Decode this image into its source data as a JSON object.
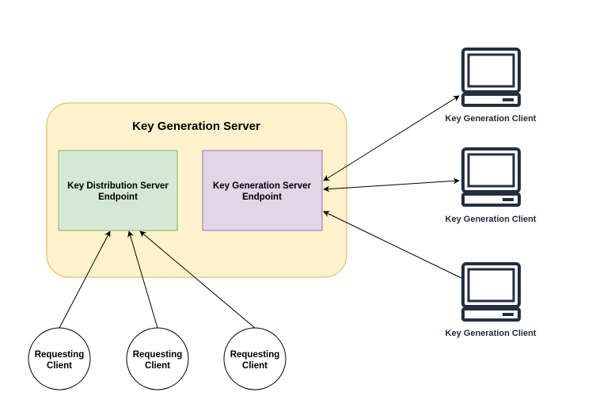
{
  "server": {
    "title": "Key Generation Server",
    "fill": "#fff2cc",
    "stroke": "#d6b656"
  },
  "distribution_endpoint": {
    "line1": "Key Distribution Server",
    "line2": "Endpoint",
    "fill": "#d5e8d4",
    "stroke": "#82b366"
  },
  "generation_endpoint": {
    "line1": "Key Generation Server",
    "line2": "Endpoint",
    "fill": "#e1d5e7",
    "stroke": "#9673a6"
  },
  "generation_clients": [
    {
      "label": "Key Generation Client",
      "icon": "computer-monitor-icon"
    },
    {
      "label": "Key Generation Client",
      "icon": "computer-monitor-icon"
    },
    {
      "label": "Key Generation Client",
      "icon": "computer-monitor-icon"
    }
  ],
  "requesting_clients": [
    {
      "line1": "Requesting",
      "line2": "Client"
    },
    {
      "line1": "Requesting",
      "line2": "Client"
    },
    {
      "line1": "Requesting",
      "line2": "Client"
    }
  ],
  "icon_color": "#232f3e"
}
